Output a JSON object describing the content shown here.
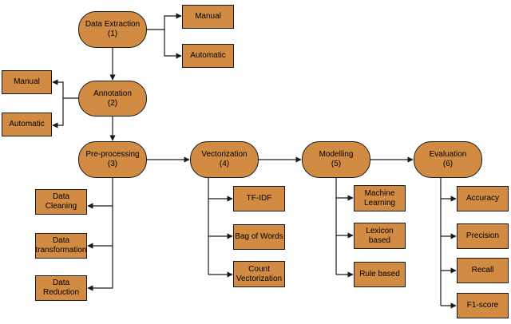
{
  "stages": {
    "extraction": {
      "title": "Data Extraction",
      "step": "(1)"
    },
    "annotation": {
      "title": "Annotation",
      "step": "(2)"
    },
    "preprocessing": {
      "title": "Pre-processing",
      "step": "(3)"
    },
    "vectorization": {
      "title": "Vectorization",
      "step": "(4)"
    },
    "modelling": {
      "title": "Modelling",
      "step": "(5)"
    },
    "evaluation": {
      "title": "Evaluation",
      "step": "(6)"
    }
  },
  "extraction_options": {
    "manual": "Manual",
    "automatic": "Automatic"
  },
  "annotation_options": {
    "manual": "Manual",
    "automatic": "Automatic"
  },
  "preprocessing_steps": {
    "cleaning": [
      "Data",
      "Cleaning"
    ],
    "transformation": [
      "Data",
      "transformation"
    ],
    "reduction": [
      "Data",
      "Reduction"
    ]
  },
  "vectorization_methods": {
    "tfidf": "TF-IDF",
    "bow": "Bag of Words",
    "count": [
      "Count",
      "Vectorization"
    ]
  },
  "modelling_approaches": {
    "ml": [
      "Machine",
      "Learning"
    ],
    "lexicon": [
      "Lexicon",
      "based"
    ],
    "rule": "Rule based"
  },
  "evaluation_metrics": {
    "accuracy": "Accuracy",
    "precision": "Precision",
    "recall": "Recall",
    "f1": "F1-score"
  },
  "colors": {
    "node_fill": "#d28b42",
    "stroke": "#1a1a1a"
  }
}
